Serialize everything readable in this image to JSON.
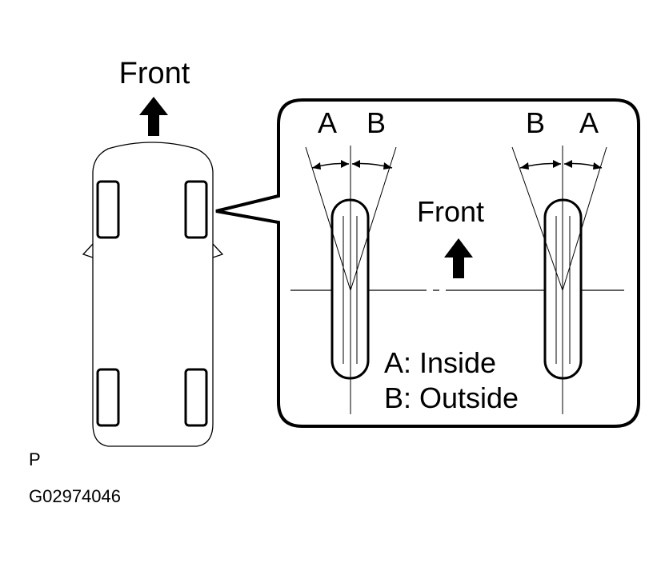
{
  "car_front_label": "Front",
  "detail_front_label": "Front",
  "left_wheel_labels": {
    "a": "A",
    "b": "B"
  },
  "right_wheel_labels": {
    "b": "B",
    "a": "A"
  },
  "legend": {
    "a": "A: Inside",
    "b": "B: Outside"
  },
  "corner_mark": "P",
  "figure_code": "G02974046"
}
